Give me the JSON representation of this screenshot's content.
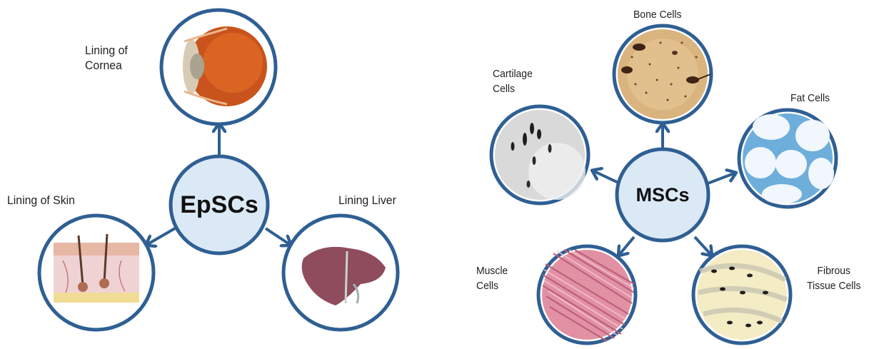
{
  "colors": {
    "accent": "#2f5f93",
    "hub_fill": "#dbe9f6",
    "ring_fill": "#ffffff"
  },
  "left_diagram": {
    "hub_label": "EpSCs",
    "nodes": [
      {
        "label": "Lining of\nCornea",
        "icon": "eye-icon"
      },
      {
        "label": "Lining of Skin",
        "icon": "skin-layers-icon"
      },
      {
        "label": "Lining Liver",
        "icon": "liver-icon"
      }
    ]
  },
  "right_diagram": {
    "hub_label": "MSCs",
    "nodes": [
      {
        "label": "Bone Cells",
        "icon": "bone-cells-icon"
      },
      {
        "label": "Cartilage\nCells",
        "icon": "cartilage-cells-icon"
      },
      {
        "label": "Fat Cells",
        "icon": "fat-cells-icon"
      },
      {
        "label": "Muscle\nCells",
        "icon": "muscle-cells-icon"
      },
      {
        "label": "Fibrous\nTissue Cells",
        "icon": "fibrous-tissue-icon"
      }
    ]
  }
}
